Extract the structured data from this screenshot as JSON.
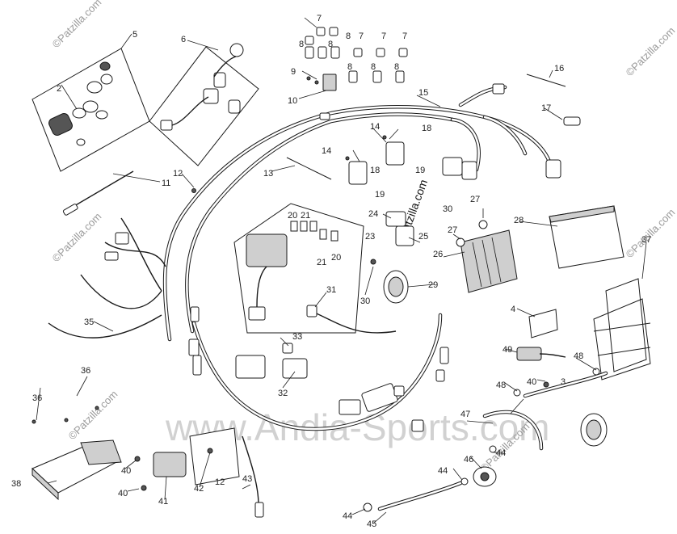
{
  "watermarks": {
    "site": "www.Andia-Sports.com",
    "patzilla": "©Patzilla.com"
  },
  "callouts": {
    "c2": "2",
    "c3": "3",
    "c4": "4",
    "c5": "5",
    "c6": "6",
    "c7a": "7",
    "c7b": "7",
    "c7c": "7",
    "c7d": "7",
    "c8a": "8",
    "c8b": "8",
    "c8c": "8",
    "c8d": "8",
    "c8e": "8",
    "c8f": "8",
    "c9": "9",
    "c10": "10",
    "c11": "11",
    "c12a": "12",
    "c12b": "12",
    "c13": "13",
    "c14a": "14",
    "c14b": "14",
    "c15": "15",
    "c16": "16",
    "c17": "17",
    "c18a": "18",
    "c18b": "18",
    "c19a": "19",
    "c19b": "19",
    "c20a": "20",
    "c20b": "20",
    "c21a": "21",
    "c21b": "21",
    "c23": "23",
    "c24": "24",
    "c25": "25",
    "c26": "26",
    "c27a": "27",
    "c27b": "27",
    "c28": "28",
    "c29": "29",
    "c30a": "30",
    "c30b": "30",
    "c31": "31",
    "c32": "32",
    "c33": "33",
    "c35": "35",
    "c36a": "36",
    "c36b": "36",
    "c37": "37",
    "c38": "38",
    "c40a": "40",
    "c40b": "40",
    "c40c": "40",
    "c41": "41",
    "c42": "42",
    "c43": "43",
    "c44a": "44",
    "c44b": "44",
    "c44c": "44",
    "c45": "45",
    "c46": "46",
    "c47": "47",
    "c48a": "48",
    "c48b": "48",
    "c49": "49"
  }
}
